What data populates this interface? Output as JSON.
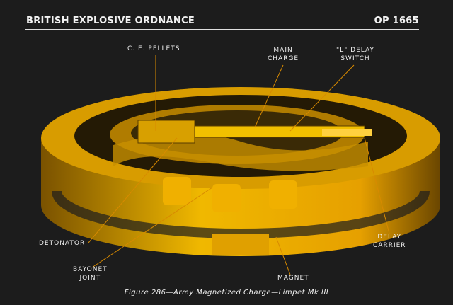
{
  "header": {
    "title": "BRITISH EXPLOSIVE ORDNANCE",
    "doc_number": "OP 1665"
  },
  "labels": {
    "ce_pellets": "C. E. PELLETS",
    "main_charge": [
      "MAIN",
      "CHARGE"
    ],
    "delay_switch": [
      "\"L\" DELAY",
      "SWITCH"
    ],
    "detonator": "DETONATOR",
    "bayonet_joint": [
      "BAYONET",
      "JOINT"
    ],
    "magnet": "MAGNET",
    "delay_carrier": [
      "DELAY",
      "CARRIER"
    ]
  },
  "caption": "Figure 286—Army Magnetized Charge—Limpet Mk III",
  "colors": {
    "background": "#1c1c1c",
    "illustration": "#e6a800",
    "leader": "#d88a00"
  }
}
